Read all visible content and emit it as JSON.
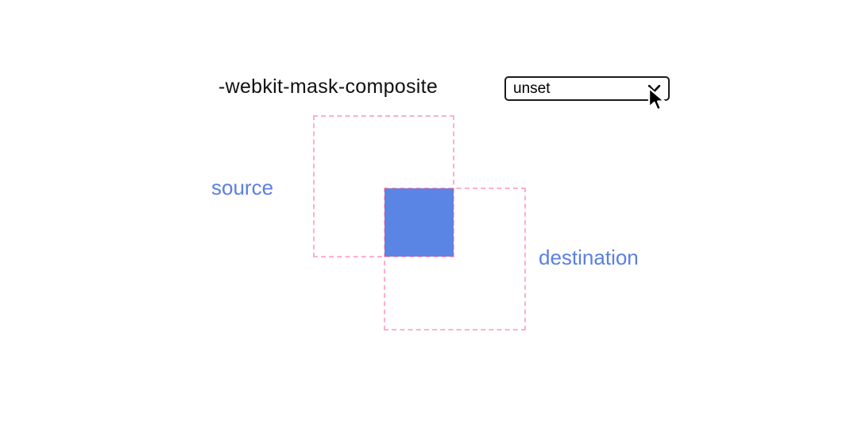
{
  "page": {
    "background": "#ffffff"
  },
  "header": {
    "property_label": "-webkit-mask-composite",
    "select": {
      "value": "unset"
    }
  },
  "demo": {
    "source": {
      "label": "source"
    },
    "destination": {
      "label": "destination"
    }
  },
  "colors": {
    "title_text": "#111111",
    "select_border": "#1c1c1c",
    "select_text": "#000000",
    "dashed_outline": "rgba(255, 82, 136, 0.45)",
    "mask_fill": "#5b85e4",
    "label_text": "#5b7fe2"
  },
  "icons": {
    "select_chevron": "chevron-down",
    "pointer": "mouse-cursor-arrow"
  }
}
